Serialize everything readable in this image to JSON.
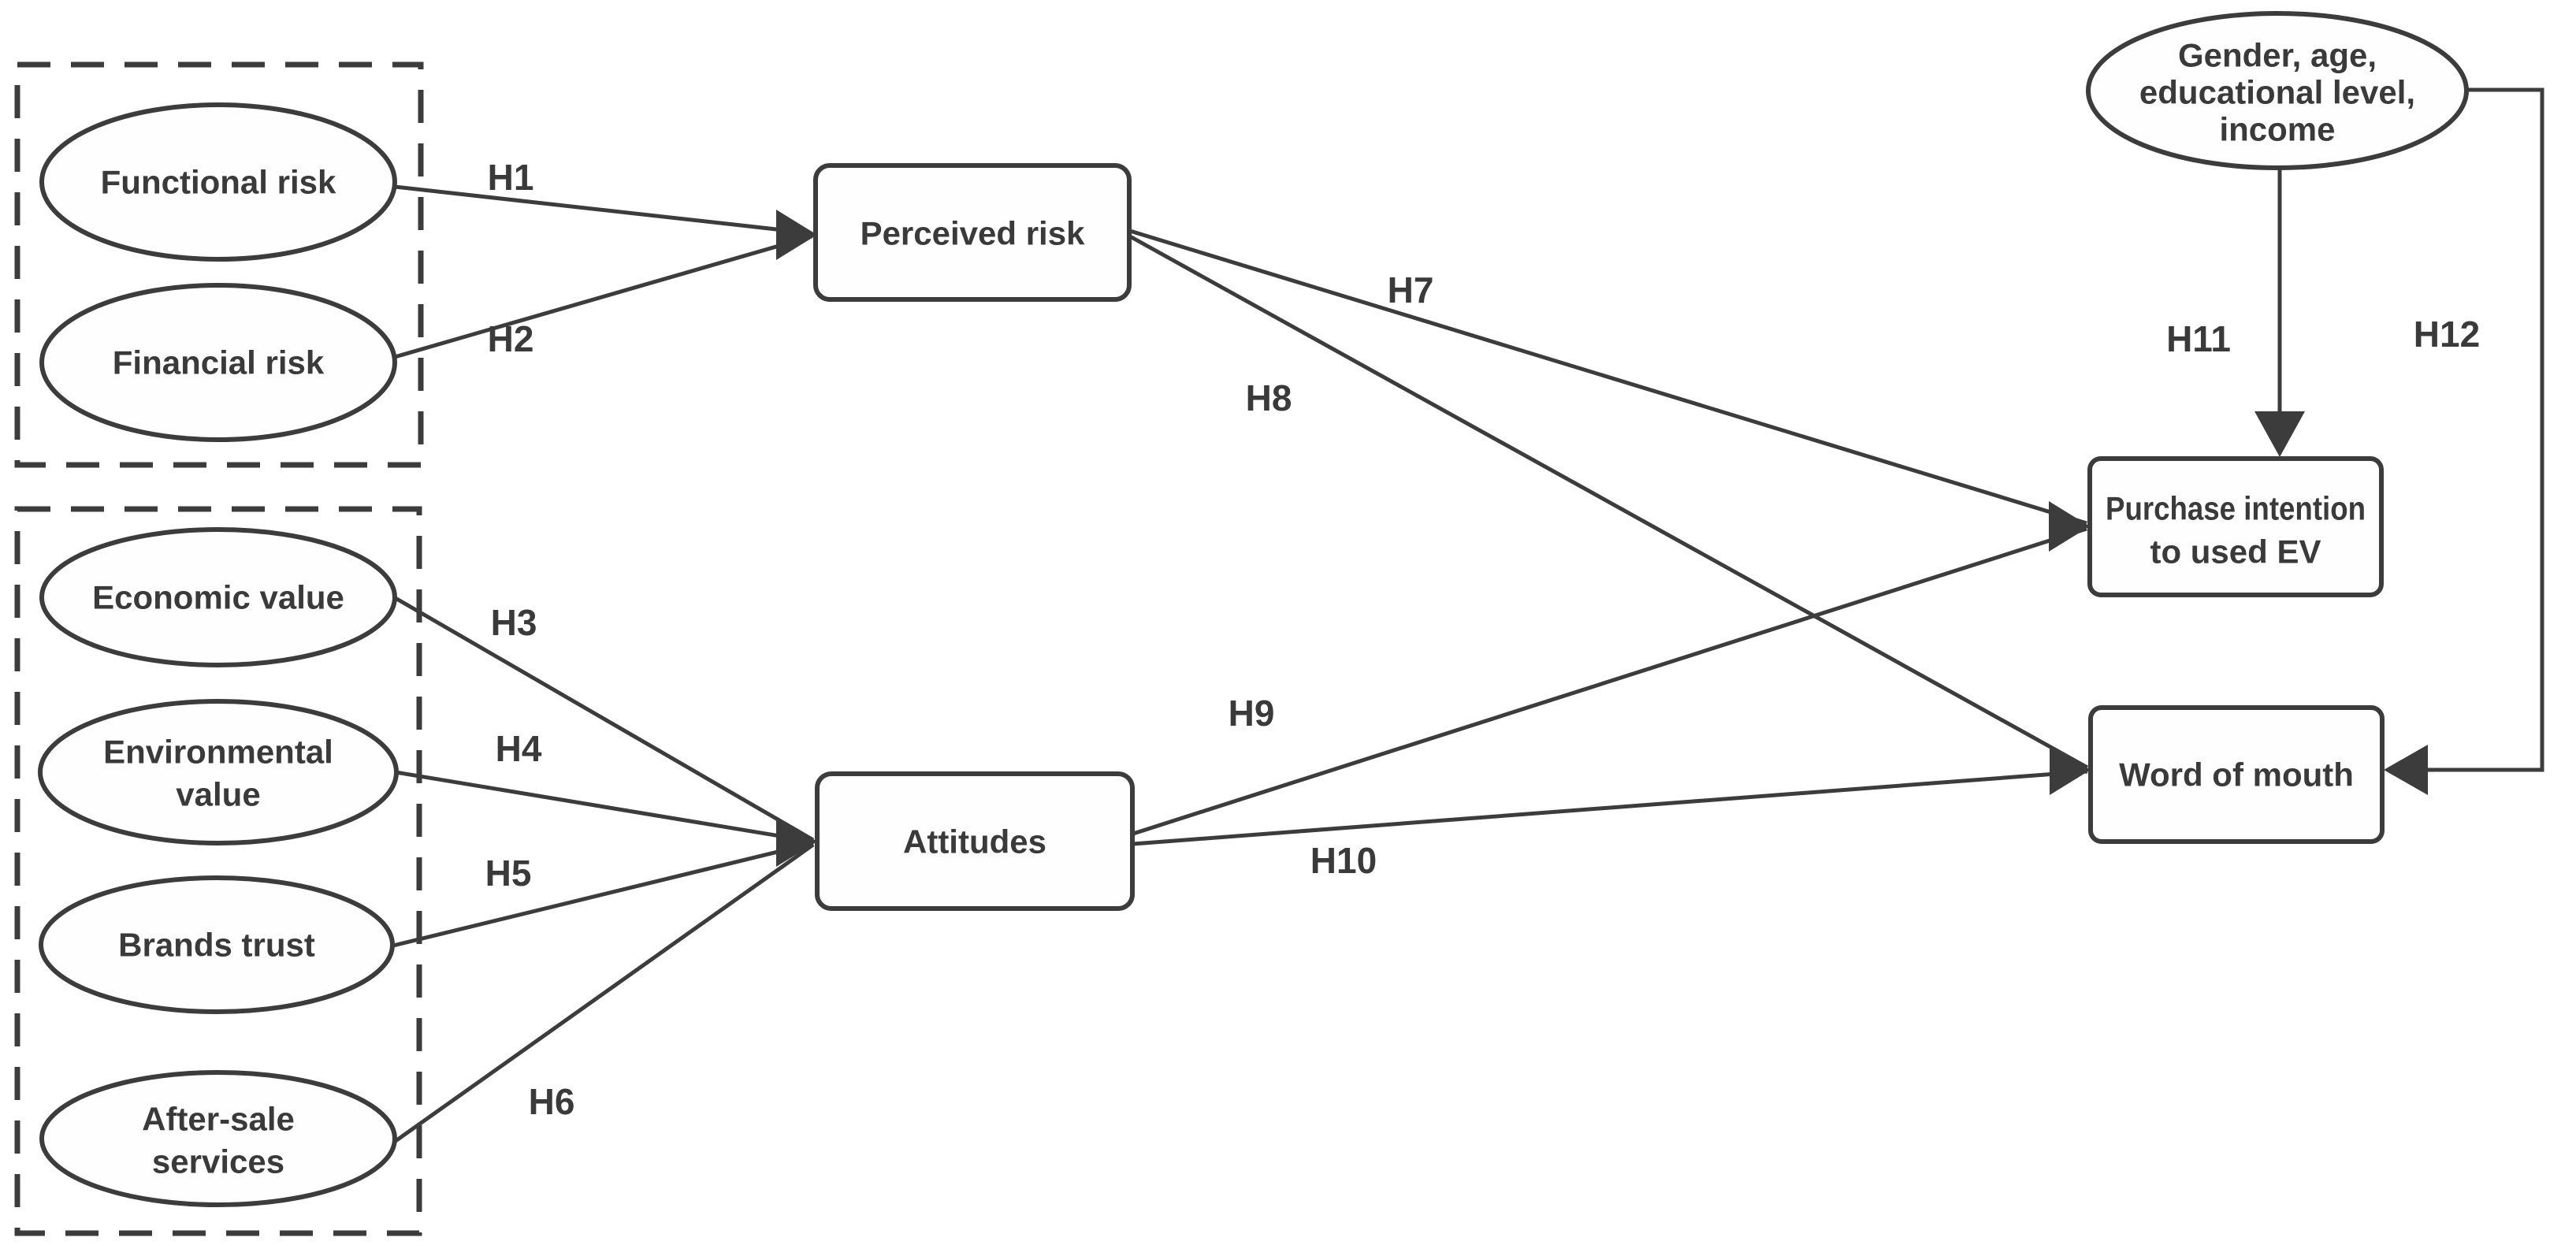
{
  "colors": {
    "line": "#3c3c3c",
    "text": "#3a3a3a",
    "node-fill": "#fefefe",
    "background": "#ffffff"
  },
  "nodes": {
    "functional_risk": {
      "label": "Functional risk",
      "shape": "ellipse"
    },
    "financial_risk": {
      "label": "Financial risk",
      "shape": "ellipse"
    },
    "economic_value": {
      "label": "Economic value",
      "shape": "ellipse"
    },
    "environmental_value": {
      "line1": "Environmental",
      "line2": "value",
      "shape": "ellipse"
    },
    "brands_trust": {
      "label": "Brands trust",
      "shape": "ellipse"
    },
    "after_sale_services": {
      "line1": "After-sale",
      "line2": "services",
      "shape": "ellipse"
    },
    "perceived_risk": {
      "label": "Perceived risk",
      "shape": "rect"
    },
    "attitudes": {
      "label": "Attitudes",
      "shape": "rect"
    },
    "purchase_intention": {
      "line1": "Purchase intention",
      "line2": "to used EV",
      "shape": "rect"
    },
    "word_of_mouth": {
      "label": "Word of mouth",
      "shape": "rect"
    },
    "demographics": {
      "line1": "Gender, age,",
      "line2": "educational level,",
      "line3": "income",
      "shape": "ellipse"
    }
  },
  "hypotheses": {
    "h1": "H1",
    "h2": "H2",
    "h3": "H3",
    "h4": "H4",
    "h5": "H5",
    "h6": "H6",
    "h7": "H7",
    "h8": "H8",
    "h9": "H9",
    "h10": "H10",
    "h11": "H11",
    "h12": "H12"
  },
  "edges": [
    {
      "label": "H1",
      "from": "Functional risk",
      "to": "Perceived risk"
    },
    {
      "label": "H2",
      "from": "Financial risk",
      "to": "Perceived risk"
    },
    {
      "label": "H3",
      "from": "Economic value",
      "to": "Attitudes"
    },
    {
      "label": "H4",
      "from": "Environmental value",
      "to": "Attitudes"
    },
    {
      "label": "H5",
      "from": "Brands trust",
      "to": "Attitudes"
    },
    {
      "label": "H6",
      "from": "After-sale services",
      "to": "Attitudes"
    },
    {
      "label": "H7",
      "from": "Perceived risk",
      "to": "Purchase intention to used EV"
    },
    {
      "label": "H8",
      "from": "Perceived risk",
      "to": "Word of mouth"
    },
    {
      "label": "H9",
      "from": "Attitudes",
      "to": "Purchase intention to used EV"
    },
    {
      "label": "H10",
      "from": "Attitudes",
      "to": "Word of mouth"
    },
    {
      "label": "H11",
      "from": "Gender, age, educational level, income",
      "to": "Purchase intention to used EV"
    },
    {
      "label": "H12",
      "from": "Gender, age, educational level, income",
      "to": "Word of mouth"
    }
  ]
}
